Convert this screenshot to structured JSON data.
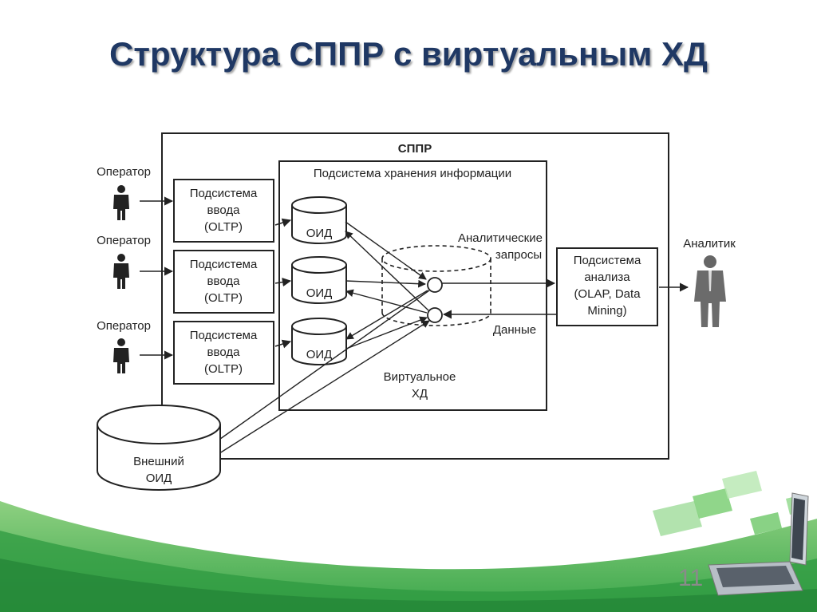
{
  "slide": {
    "title": "Структура СППР с виртуальным ХД",
    "page_number": "11",
    "colors": {
      "title": "#1f3864",
      "accent_green": "#5cb85c",
      "line": "#222222"
    }
  },
  "diagram": {
    "system_label": "СППР",
    "storage_subsystem_label": "Подсистема хранения информации",
    "operators": [
      "Оператор",
      "Оператор",
      "Оператор"
    ],
    "input_subsystems": [
      {
        "line1": "Подсистема",
        "line2": "ввода",
        "line3": "(OLTP)"
      },
      {
        "line1": "Подсистема",
        "line2": "ввода",
        "line3": "(OLTP)"
      },
      {
        "line1": "Подсистема",
        "line2": "ввода",
        "line3": "(OLTP)"
      }
    ],
    "oid_label": "ОИД",
    "analytic_queries": {
      "line1": "Аналитические",
      "line2": "запросы"
    },
    "data_label": "Данные",
    "virtual_dw": {
      "line1": "Виртуальное",
      "line2": "ХД"
    },
    "analysis_subsystem": {
      "line1": "Подсистема",
      "line2": "анализа",
      "line3": "(OLAP, Data",
      "line4": "Mining)"
    },
    "analyst_label": "Аналитик",
    "external_oid": {
      "line1": "Внешний",
      "line2": "ОИД"
    }
  }
}
